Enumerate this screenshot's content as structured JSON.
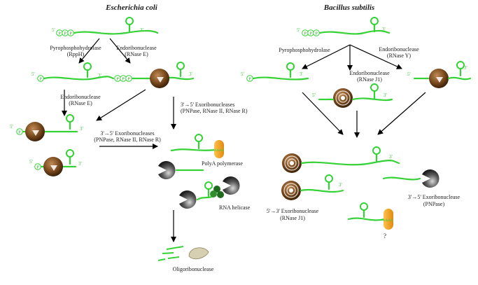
{
  "titles": {
    "left": "Escherichia coli",
    "right": "Bacillus subtilis"
  },
  "rna_ends": {
    "five": "5'",
    "three": "3'",
    "phosphate": "P"
  },
  "ecoli": {
    "pyrophosphohydrolase": "Pyrophosphohydrolase",
    "rpph": "(RppH)",
    "endoribonuclease": "Endoribonuclease",
    "rnase_e": "(RNase E)",
    "endoribonuclease_2": "Endoribonuclease",
    "rnase_e_2": "(RNase E)",
    "exo_3to5_a": "3'→5' Exoribonucleases",
    "exo_3to5_a_enzymes": "(PNPase, RNase II, RNase R)",
    "exo_3to5_b": "3'→5' Exoribonucleases",
    "exo_3to5_b_enzymes": "(PNPase, RNase II, RNase R)",
    "polya": "PolyA polymerase",
    "polya_tail": "AAAA",
    "helicase": "RNA helicase",
    "oligo": "Oligoribonuclease"
  },
  "bsubtilis": {
    "pyrophosphohydrolase": "Pyrophosphohydrolase",
    "endoribonuclease_y": "Endoribonuclease",
    "rnase_y": "(RNase Y)",
    "endoribonuclease_j1": "Endoribonuclease",
    "rnase_j1": "(RNase J1)",
    "exo_5to3": "5'→3' Exoribonuclease",
    "exo_5to3_enzyme": "(RNase J1)",
    "exo_3to5": "3'→5' Exoribonuclease",
    "exo_3to5_enzyme": "(PNPase)",
    "polya_tail": "AAAA",
    "unknown": "?"
  },
  "colors": {
    "rna": "#35d235",
    "enzyme_brown": "#7a4a1e",
    "exonuclease_gray": "#555555",
    "polya_orange": "#f5a623",
    "helicase_green": "#1e6b1e"
  }
}
